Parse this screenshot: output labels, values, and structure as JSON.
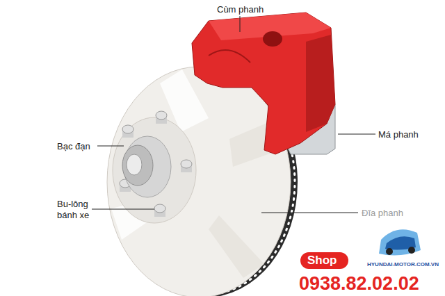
{
  "diagram": {
    "nodes": [
      {
        "text": [
          "Shop"
        ]
      }
    ],
    "labels": [
      "Cùm phanh",
      "Má phanh",
      "Bạc đạn",
      "Bu-lông bánh xe",
      "Đĩa phanh",
      "HYUNDAI-MOTOR.COM.VN",
      "0938.82.02.02"
    ]
  }
}
